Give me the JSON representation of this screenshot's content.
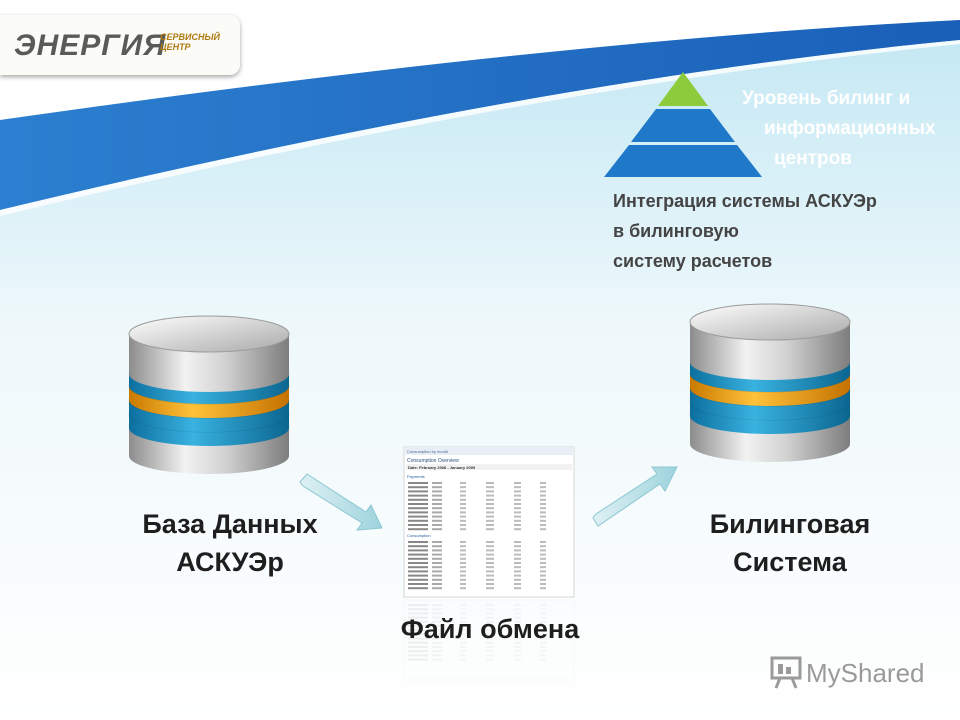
{
  "logo": {
    "name": "ЭНЕРГИЯ",
    "subtitle": "СЕРВИСНЫЙ ЦЕНТР"
  },
  "pyramid": {
    "level_lines": [
      "Уровень билинг и",
      "информационных",
      "центров"
    ],
    "colors": {
      "top": "#8ccc3c",
      "middle": "#1f78c8",
      "bottom": "#1f78c8"
    }
  },
  "integration": {
    "lines": [
      "Интеграция системы АСКУЭр",
      "в билинговую",
      "систему расчетов"
    ]
  },
  "nodes": {
    "database": {
      "lines": [
        "База Данных",
        "АСКУЭр"
      ]
    },
    "billing": {
      "lines": [
        "Билинговая",
        "Система"
      ]
    },
    "exchange_file": {
      "label": "Файл обмена"
    }
  },
  "document": {
    "header": "Consumption by month",
    "title": "Consumption Overview",
    "date_range": "Date: February 2008 - January 2009",
    "sections": [
      "Payments",
      "Consumption"
    ]
  },
  "colors": {
    "header_blue": "#1f72c8",
    "disk_blue": "#1b8fc4",
    "disk_orange": "#f0a010",
    "arrow": "#a8d8e0"
  },
  "watermark": {
    "text": "MyShared"
  }
}
